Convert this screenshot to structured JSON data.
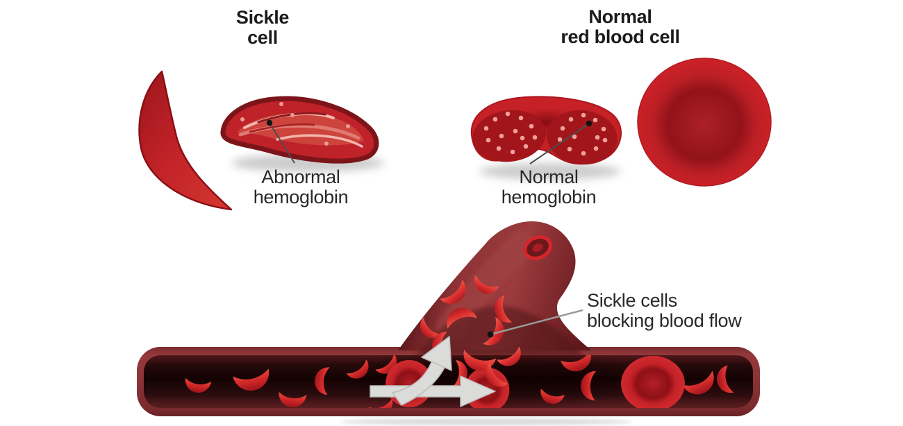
{
  "labels": {
    "sickle_cell_title": {
      "line1": "Sickle",
      "line2": "cell"
    },
    "normal_rbc_title": {
      "line1": "Normal",
      "line2": "red blood cell"
    },
    "abnormal_hemoglobin_label": {
      "line1": "Abnormal",
      "line2": "hemoglobin"
    },
    "normal_hemoglobin_label": {
      "line1": "Normal",
      "line2": "hemoglobin"
    },
    "blockage_label": {
      "line1": "Sickle cells",
      "line2": "blocking blood flow"
    }
  },
  "colors": {
    "bright_cell_red": "#d22a2e",
    "cell_red": "#c62127",
    "dark_cell_red": "#a2151b",
    "vessel_wall_red": "#8a3336",
    "vessel_interior_dark": "#160404",
    "branch_red": "#9b3b3e",
    "hemoglobin_fiber_pink": "#f3b6b0",
    "hemoglobin_dot_pink": "#efa09b",
    "arrow_gray": "#dbdbd9",
    "leader_line_gray": "#4d4d4d",
    "label_text": "#2b2728",
    "title_text": "#1c1a1b",
    "background": "#ffffff"
  }
}
